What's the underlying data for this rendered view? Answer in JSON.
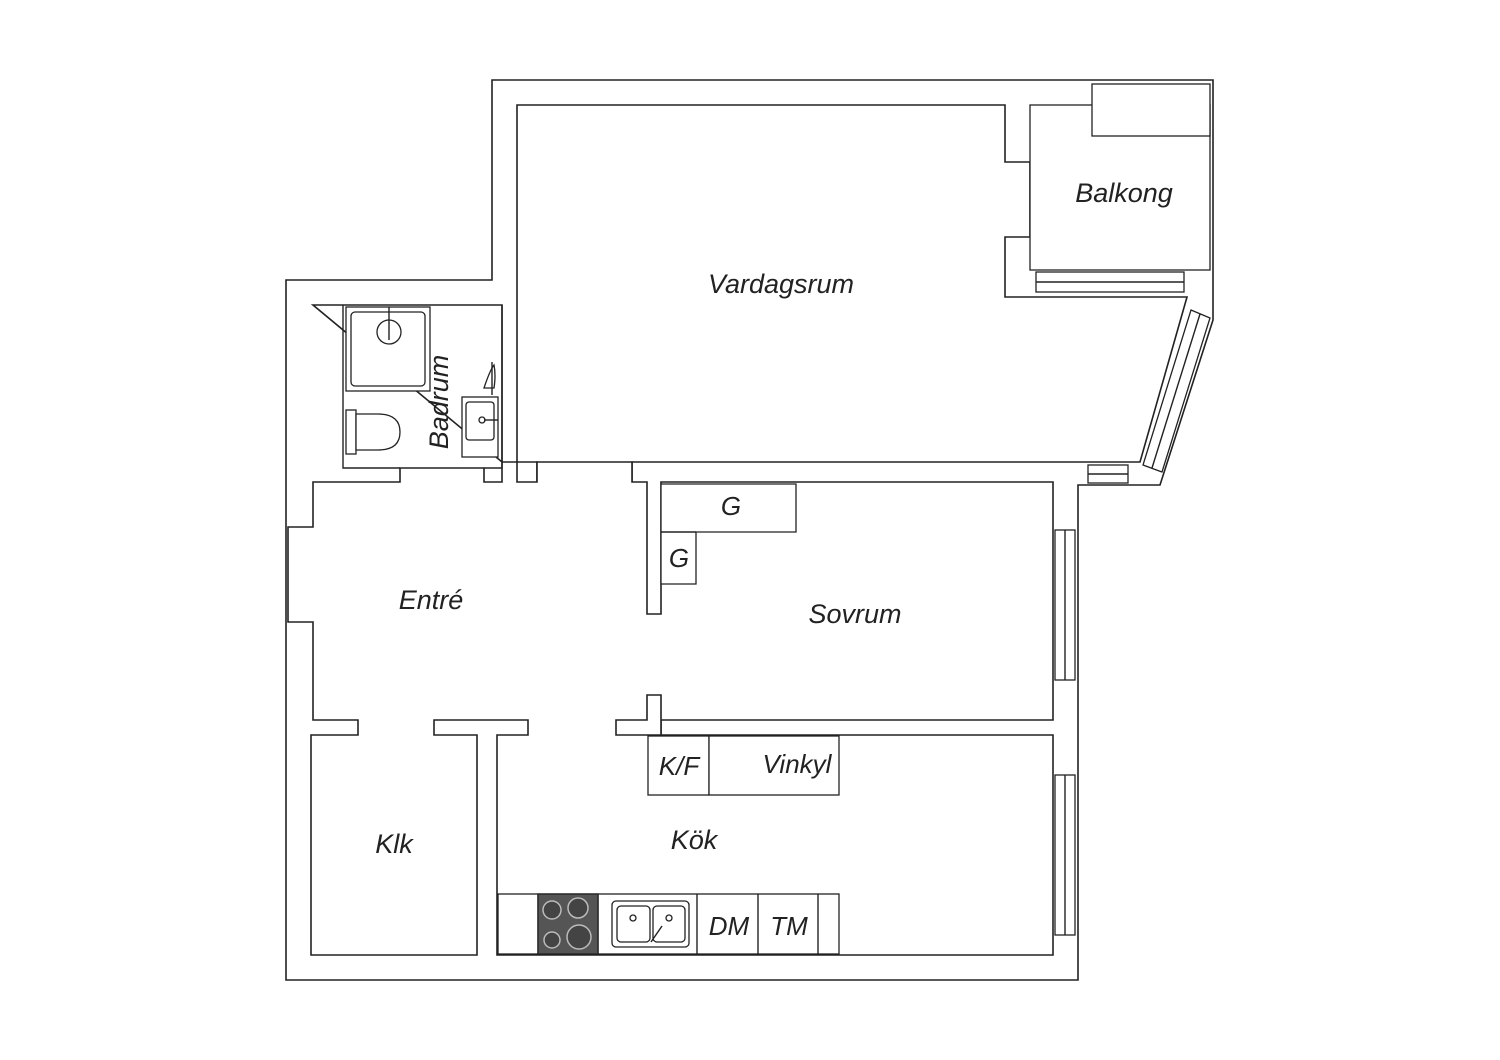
{
  "rooms": {
    "vardagsrum": "Vardagsrum",
    "balkong": "Balkong",
    "badrum": "Badrum",
    "entre": "Entré",
    "sovrum": "Sovrum",
    "klk": "Klk",
    "kok": "Kök"
  },
  "fixtures": {
    "garderob_1": "G",
    "garderob_2": "G",
    "kyl_frys": "K/F",
    "vinkyl": "Vinkyl",
    "diskmaskin": "DM",
    "torktumlare": "TM"
  },
  "colors": {
    "line": "#222222",
    "background": "#ffffff",
    "stove": "#555555"
  }
}
